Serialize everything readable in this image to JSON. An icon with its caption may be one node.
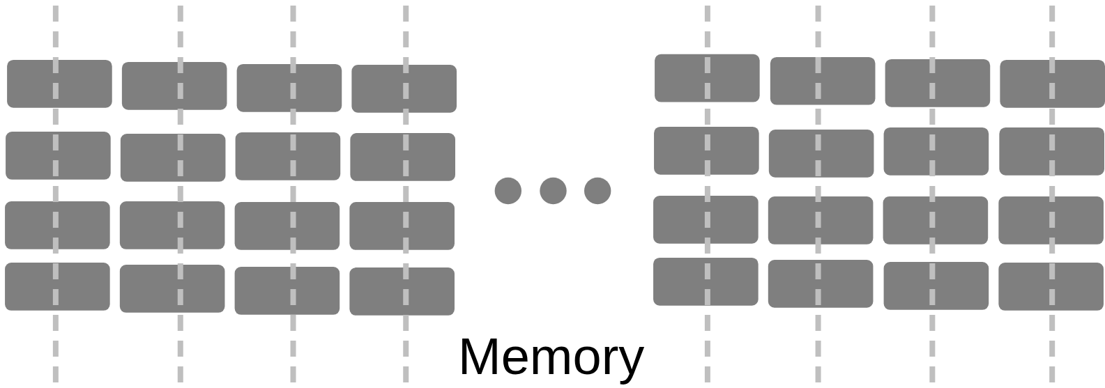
{
  "diagram": {
    "nodes": [
      {
        "text": [],
        "shape": "box"
      },
      {
        "text": [],
        "shape": "box"
      },
      {
        "text": [],
        "shape": "box"
      },
      {
        "text": [],
        "shape": "box"
      },
      {
        "text": [],
        "shape": "box"
      },
      {
        "text": [],
        "shape": "box"
      },
      {
        "text": [],
        "shape": "box"
      },
      {
        "text": [],
        "shape": "box"
      },
      {
        "text": [],
        "shape": "box"
      },
      {
        "text": [],
        "shape": "box"
      },
      {
        "text": [],
        "shape": "box"
      },
      {
        "text": [],
        "shape": "box"
      },
      {
        "text": [],
        "shape": "box"
      },
      {
        "text": [],
        "shape": "box"
      },
      {
        "text": [],
        "shape": "box"
      },
      {
        "text": [],
        "shape": "box"
      },
      {
        "text": [],
        "shape": "box"
      },
      {
        "text": [],
        "shape": "box"
      },
      {
        "text": [],
        "shape": "box"
      },
      {
        "text": [],
        "shape": "box"
      },
      {
        "text": [],
        "shape": "box"
      },
      {
        "text": [],
        "shape": "box"
      },
      {
        "text": [],
        "shape": "box"
      },
      {
        "text": [],
        "shape": "box"
      },
      {
        "text": [],
        "shape": "box"
      },
      {
        "text": [],
        "shape": "box"
      },
      {
        "text": [],
        "shape": "box"
      },
      {
        "text": [],
        "shape": "box"
      },
      {
        "text": [],
        "shape": "box"
      },
      {
        "text": [],
        "shape": "box"
      },
      {
        "text": [],
        "shape": "box"
      },
      {
        "text": [],
        "shape": "box"
      }
    ],
    "labels": [
      "Memory"
    ]
  }
}
